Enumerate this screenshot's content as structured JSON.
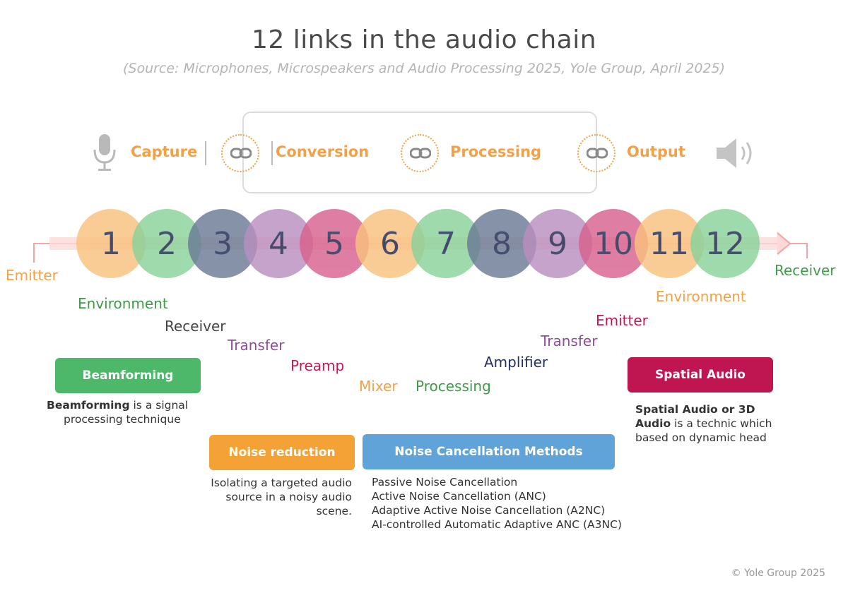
{
  "header": {
    "title": "12 links in the audio chain",
    "subtitle": "(Source: Microphones, Microspeakers and Audio Processing 2025, Yole Group, April 2025)"
  },
  "stages": {
    "capture": "Capture",
    "conversion": "Conversion",
    "processing": "Processing",
    "output": "Output"
  },
  "chain": {
    "links": [
      {
        "number": "1",
        "label": "Emitter",
        "color": "#f9c27e",
        "label_color": "#f2a146"
      },
      {
        "number": "2",
        "label": "Environment",
        "color": "#89d39b",
        "label_color": "#3f9b4a"
      },
      {
        "number": "3",
        "label": "Receiver",
        "color": "#6b7b96",
        "label_color": "#444444"
      },
      {
        "number": "4",
        "label": "Transfer",
        "color": "#b98fc0",
        "label_color": "#8e4c9b"
      },
      {
        "number": "5",
        "label": "Preamp",
        "color": "#d9628f",
        "label_color": "#c2185b"
      },
      {
        "number": "6",
        "label": "Mixer",
        "color": "#f9c27e",
        "label_color": "#f2a146"
      },
      {
        "number": "7",
        "label": "Processing",
        "color": "#89d39b",
        "label_color": "#3f9b4a"
      },
      {
        "number": "8",
        "label": "Amplifier",
        "color": "#6b7b96",
        "label_color": "#233064"
      },
      {
        "number": "9",
        "label": "Transfer",
        "color": "#b98fc0",
        "label_color": "#8e4c9b"
      },
      {
        "number": "10",
        "label": "Emitter",
        "color": "#d9628f",
        "label_color": "#c2185b"
      },
      {
        "number": "11",
        "label": "Environment",
        "color": "#f9c27e",
        "label_color": "#f2a146"
      },
      {
        "number": "12",
        "label": "Receiver",
        "color": "#89d39b",
        "label_color": "#3f9b4a"
      }
    ]
  },
  "boxes": {
    "beamforming": {
      "title": "Beamforming",
      "color": "#4db86a",
      "desc_bold": "Beamforming",
      "desc_rest": " is a signal",
      "desc_line2": "processing technique"
    },
    "noise_reduction": {
      "title": "Noise reduction",
      "color": "#f4a236",
      "desc_lines": [
        "Isolating a targeted audio",
        "source in a noisy audio",
        "scene."
      ]
    },
    "noise_cancellation": {
      "title": "Noise Cancellation Methods",
      "color": "#5fa3d9",
      "items": [
        "Passive Noise Cancellation",
        "Active Noise Cancellation (ANC)",
        "Adaptive Active Noise Cancellation (A2NC)",
        "AI-controlled Automatic Adaptive ANC (A3NC)"
      ]
    },
    "spatial_audio": {
      "title": "Spatial Audio",
      "color": "#bf1550",
      "desc_bold_1": "Spatial Audio or 3D",
      "desc_bold_2": "Audio",
      "desc_rest": " is a technic which",
      "desc_line3": "based on dynamic head"
    }
  },
  "footer": {
    "copyright": "© Yole Group 2025"
  },
  "icons": [
    "microphone-icon",
    "link-icon",
    "speaker-icon"
  ],
  "colors": {
    "accent": "#f2a146",
    "arrow": "#f4a6a6"
  }
}
